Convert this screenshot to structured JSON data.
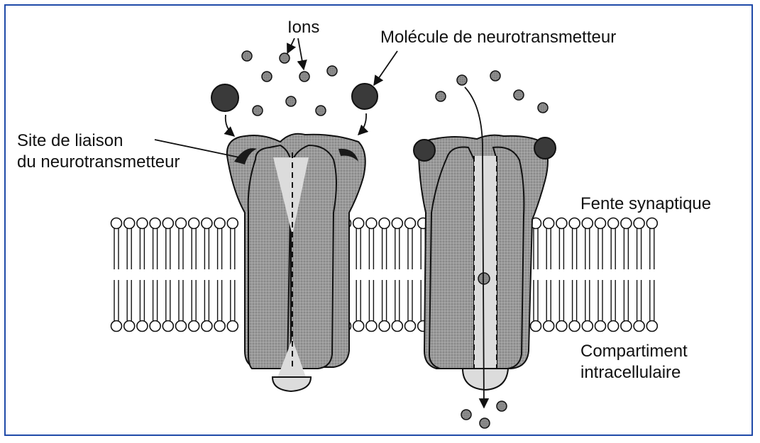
{
  "labels": {
    "ions": "Ions",
    "neurotransmitter": "Molécule de neurotransmetteur",
    "binding_site_line1": "Site de liaison",
    "binding_site_line2": "du neurotransmetteur",
    "synaptic_cleft": "Fente synaptique",
    "intracellular_line1": "Compartiment",
    "intracellular_line2": "intracellulaire"
  },
  "colors": {
    "frame": "#1f4aa8",
    "protein": "#9a9a9a",
    "pore": "#d8d8d8",
    "ion": "#8a8a8a",
    "neurotransmitter": "#3a3a3a",
    "line": "#111111"
  },
  "states": [
    "closed-channel",
    "open-channel"
  ]
}
